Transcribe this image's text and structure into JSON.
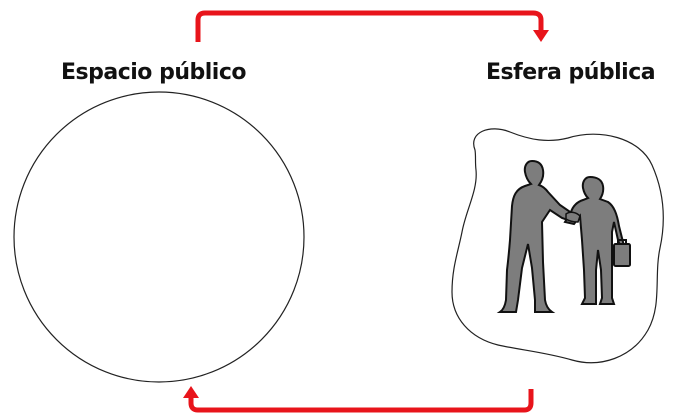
{
  "diagram": {
    "left_label": "Espacio público",
    "right_label": "Esfera pública"
  },
  "colors": {
    "arrow": "#e8141b",
    "outline": "#222222",
    "figure_fill": "#7d7d7d",
    "figure_stroke": "#111111",
    "background": "#ffffff"
  },
  "icons": {
    "left_shape": "empty-circle",
    "right_shape": "blob-with-handshake",
    "figures": "two-businessmen-shaking-hands-icon"
  }
}
